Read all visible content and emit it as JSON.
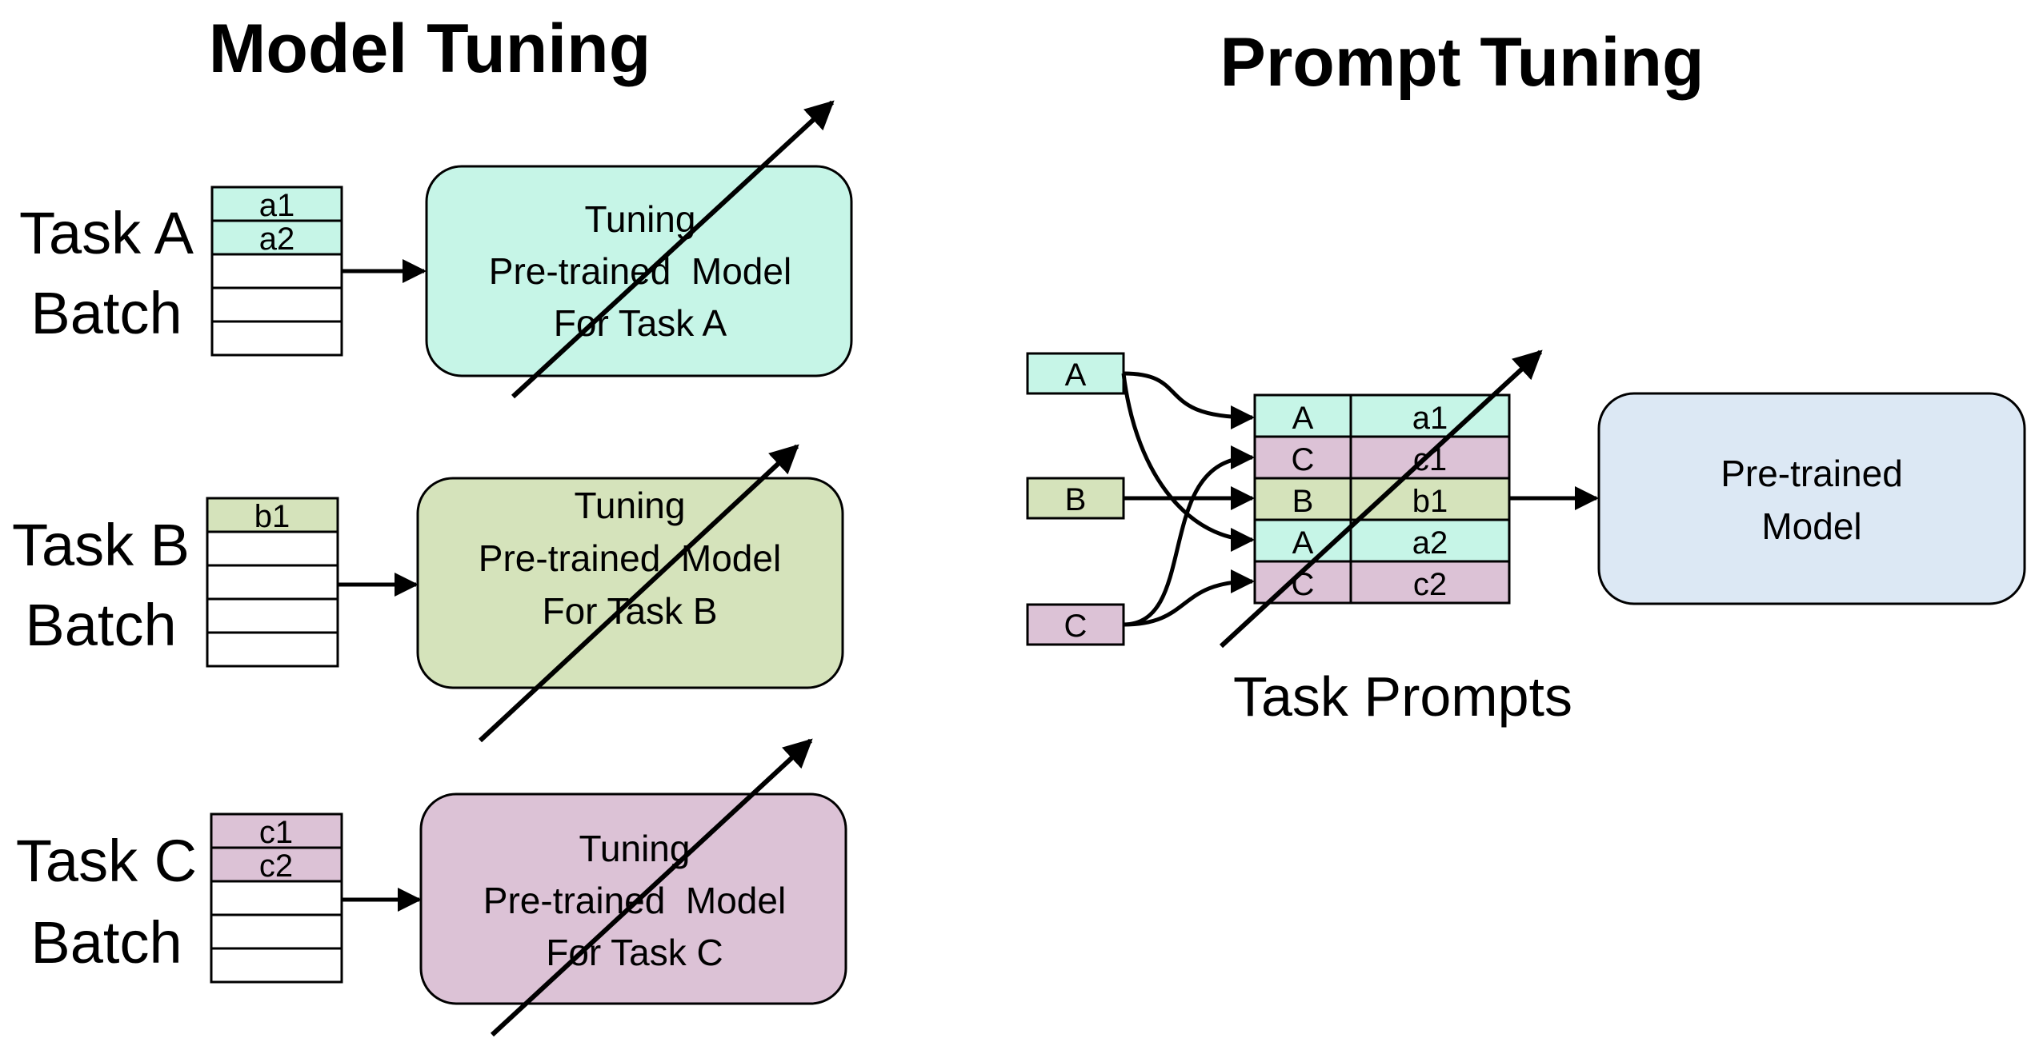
{
  "colors": {
    "task_a": "#c6f5e7",
    "task_b": "#d5e3bb",
    "task_c": "#dcc2d6",
    "pretrained": "#dce8f4",
    "stroke": "#000000"
  },
  "model_tuning": {
    "title": "Model Tuning",
    "tasks": [
      {
        "label_line1": "Task A",
        "label_line2": "Batch",
        "batch_cells": [
          "a1",
          "a2",
          "",
          "",
          ""
        ],
        "filled_cells": 2,
        "color": "#c6f5e7",
        "box_lines": [
          "Tuning",
          "Pre-trained  Model",
          "For Task A"
        ]
      },
      {
        "label_line1": "Task B",
        "label_line2": "Batch",
        "batch_cells": [
          "b1",
          "",
          "",
          "",
          ""
        ],
        "filled_cells": 1,
        "color": "#d5e3bb",
        "box_lines": [
          "Tuning",
          "Pre-trained  Model",
          "For Task B"
        ]
      },
      {
        "label_line1": "Task C",
        "label_line2": "Batch",
        "batch_cells": [
          "c1",
          "c2",
          "",
          "",
          ""
        ],
        "filled_cells": 2,
        "color": "#dcc2d6",
        "box_lines": [
          "Tuning",
          "Pre-trained  Model",
          "For Task C"
        ]
      }
    ]
  },
  "prompt_tuning": {
    "title": "Prompt Tuning",
    "inputs": [
      {
        "label": "A",
        "color": "#c6f5e7"
      },
      {
        "label": "B",
        "color": "#d5e3bb"
      },
      {
        "label": "C",
        "color": "#dcc2d6"
      }
    ],
    "table_rows": [
      {
        "prompt": "A",
        "example": "a1",
        "color": "#c6f5e7"
      },
      {
        "prompt": "C",
        "example": "c1",
        "color": "#dcc2d6"
      },
      {
        "prompt": "B",
        "example": "b1",
        "color": "#d5e3bb"
      },
      {
        "prompt": "A",
        "example": "a2",
        "color": "#c6f5e7"
      },
      {
        "prompt": "C",
        "example": "c2",
        "color": "#dcc2d6"
      }
    ],
    "caption": "Task Prompts",
    "model_lines": [
      "Pre-trained",
      "Model"
    ]
  }
}
